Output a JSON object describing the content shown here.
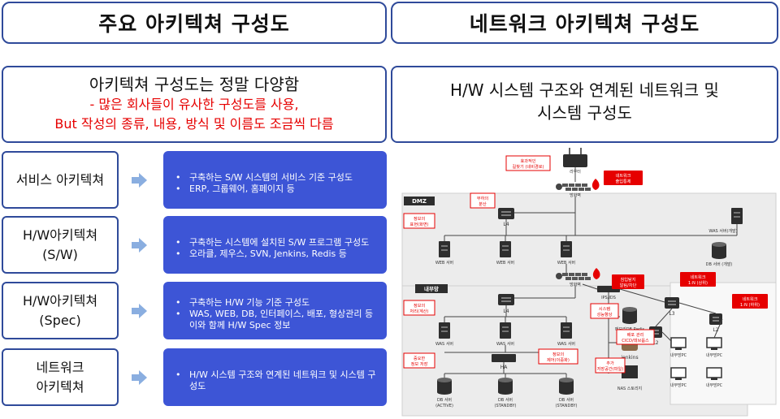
{
  "left_header": "주요 아키텍쳐 구성도",
  "right_header": "네트워크 아키텍쳐 구성도",
  "intro": {
    "line1": "아키텍쳐 구성도는 정말 다양함",
    "line2": "- 많은 회사들이 유사한 구성도를 사용,",
    "line3": "But 작성의 종류, 내용, 방식 및 이름도 조금씩 다름"
  },
  "rows": [
    {
      "label_lines": [
        "서비스 아키텍쳐"
      ],
      "bullets": [
        "구축하는 S/W 시스템의 서비스 기준 구성도",
        "ERP, 그룹웨어, 홈페이지 등"
      ]
    },
    {
      "label_lines": [
        "H/W아키텍쳐",
        "(S/W)"
      ],
      "bullets": [
        "구축하는 시스템에 설치된 S/W 프로그램 구성도",
        "오라클, 제우스, SVN, Jenkins, Redis 등"
      ]
    },
    {
      "label_lines": [
        "H/W아키텍쳐",
        "(Spec)"
      ],
      "bullets": [
        "구축하는 H/W 기능 기준 구성도",
        "WAS, WEB, DB, 인터페이스, 배포, 형상관리 등 이와 함께 H/W Spec 정보"
      ]
    },
    {
      "label_lines": [
        "네트워크",
        "아키텍쳐"
      ],
      "bullets": [
        "H/W 시스템 구조와 연계된 네트워크 및 시스템 구성도"
      ]
    }
  ],
  "net_desc": {
    "line1": "H/W 시스템 구조와 연계된 네트워크 및",
    "line2": "시스템 구성도"
  },
  "diagram": {
    "zone_dmz": "DMZ",
    "zone_internal": "내부망",
    "router_label": "라우터",
    "firewall_label": "방화벽",
    "l4_label": "L4",
    "ha_label": "HA",
    "ips_label": "IPS/IDS",
    "l3_label": "L3",
    "l2_label": "L2",
    "jenkins_label": "jenkins",
    "nas_label": "NAS 스토리지",
    "redis_label": "메모리DB Redis",
    "web_servers": [
      "WEB 서버",
      "WEB 서버",
      "WEB 서버"
    ],
    "was_servers": [
      "WAS 서버",
      "WAS 서버",
      "WAS 서버"
    ],
    "was_external": "WAS 서버(개발)",
    "db_external": "DB 서버 (개발)",
    "db_servers": [
      {
        "name": "DB 서버",
        "role": "(ACTIVE)"
      },
      {
        "name": "DB 서버",
        "role": "(STANDBY)"
      },
      {
        "name": "DB 서버",
        "role": "(STANDBY)"
      }
    ],
    "pc_label": "내부망PC",
    "callouts": {
      "route": [
        "효과적인",
        "길찾기 (네비경로)"
      ],
      "ingress": [
        "네트워크",
        "출입통제"
      ],
      "loadsplit": [
        "부하의",
        "분산"
      ],
      "express": [
        "정보의",
        "표현(화면)"
      ],
      "process": [
        "정보의",
        "처리(계산)"
      ],
      "store": [
        "중요한",
        "정보 저장"
      ],
      "control": [
        "정보의",
        "제어(이중화)"
      ],
      "ips": [
        "침입탐지",
        "알림/차단"
      ],
      "upper": [
        "네트워크",
        "1:N (상위)"
      ],
      "lower": [
        "네트워크",
        "1:N (하위)"
      ],
      "perf": [
        "시스템",
        "성능향상"
      ],
      "deploy": [
        "배포 관리",
        "CICD/데브옵스"
      ],
      "extra": [
        "추가",
        "저장공간(파일)"
      ]
    }
  },
  "colors": {
    "header_border": "#2f4a9a",
    "desc_bg": "#3d55d6",
    "alert_red": "#e60000",
    "arrow": "#8aaee0"
  }
}
